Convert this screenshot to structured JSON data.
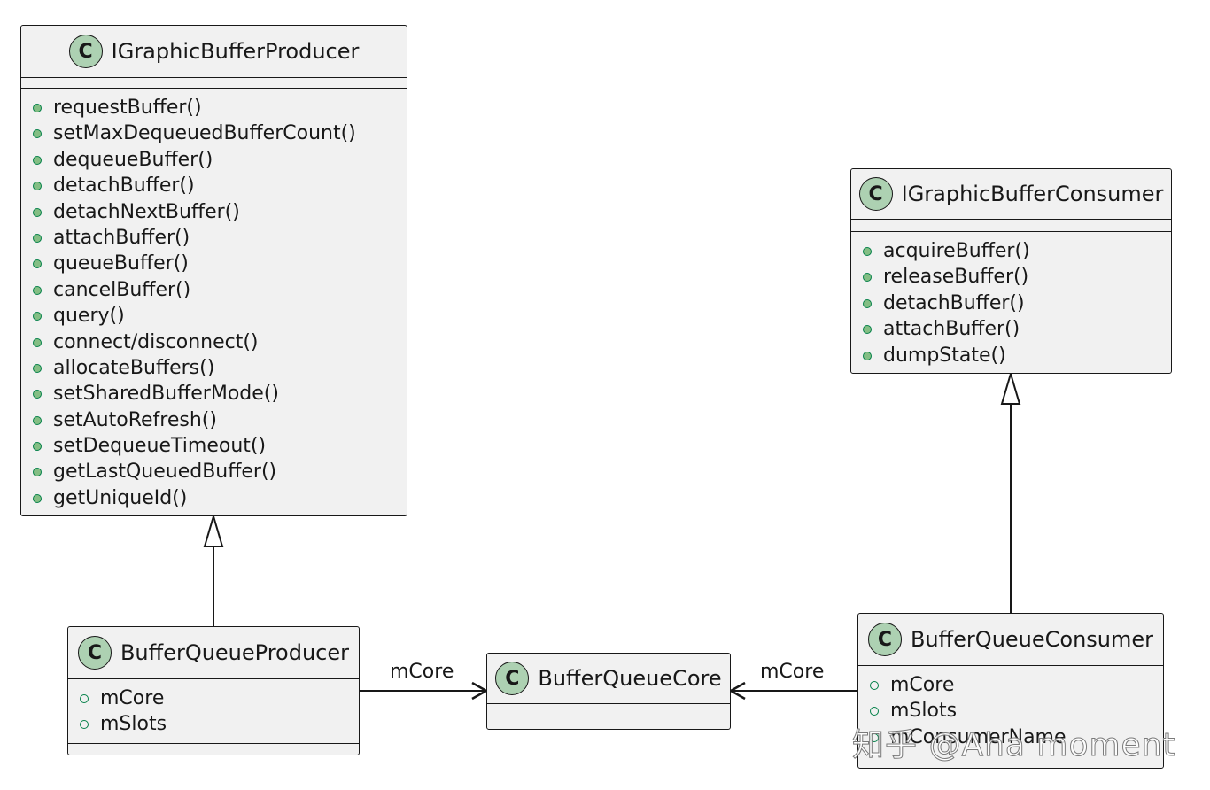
{
  "classes": {
    "producer_iface": {
      "stereotype": "C",
      "name": "IGraphicBufferProducer",
      "fields": [],
      "methods": [
        "requestBuffer()",
        "setMaxDequeuedBufferCount()",
        "dequeueBuffer()",
        "detachBuffer()",
        "detachNextBuffer()",
        "attachBuffer()",
        "queueBuffer()",
        "cancelBuffer()",
        "query()",
        "connect/disconnect()",
        "allocateBuffers()",
        "setSharedBufferMode()",
        "setAutoRefresh()",
        "setDequeueTimeout()",
        "getLastQueuedBuffer()",
        "getUniqueId()"
      ]
    },
    "consumer_iface": {
      "stereotype": "C",
      "name": "IGraphicBufferConsumer",
      "fields": [],
      "methods": [
        "acquireBuffer()",
        "releaseBuffer()",
        "detachBuffer()",
        "attachBuffer()",
        "dumpState()"
      ]
    },
    "producer": {
      "stereotype": "C",
      "name": "BufferQueueProducer",
      "fields": [
        "mCore",
        "mSlots"
      ],
      "methods": []
    },
    "core": {
      "stereotype": "C",
      "name": "BufferQueueCore",
      "fields": [],
      "methods": []
    },
    "consumer": {
      "stereotype": "C",
      "name": "BufferQueueConsumer",
      "fields": [
        "mCore",
        "mSlots",
        "mConsumerName"
      ],
      "methods": []
    }
  },
  "relations": [
    {
      "from": "producer",
      "to": "producer_iface",
      "kind": "inheritance",
      "label": ""
    },
    {
      "from": "consumer",
      "to": "consumer_iface",
      "kind": "inheritance",
      "label": ""
    },
    {
      "from": "producer",
      "to": "core",
      "kind": "association",
      "label": "mCore"
    },
    {
      "from": "consumer",
      "to": "core",
      "kind": "association",
      "label": "mCore"
    }
  ],
  "watermark": "知乎 @Aha moment",
  "colors": {
    "class_fill": "#f1f1f1",
    "class_icon": "#add1b2",
    "method_dot": "#84be84",
    "line": "#181818"
  }
}
